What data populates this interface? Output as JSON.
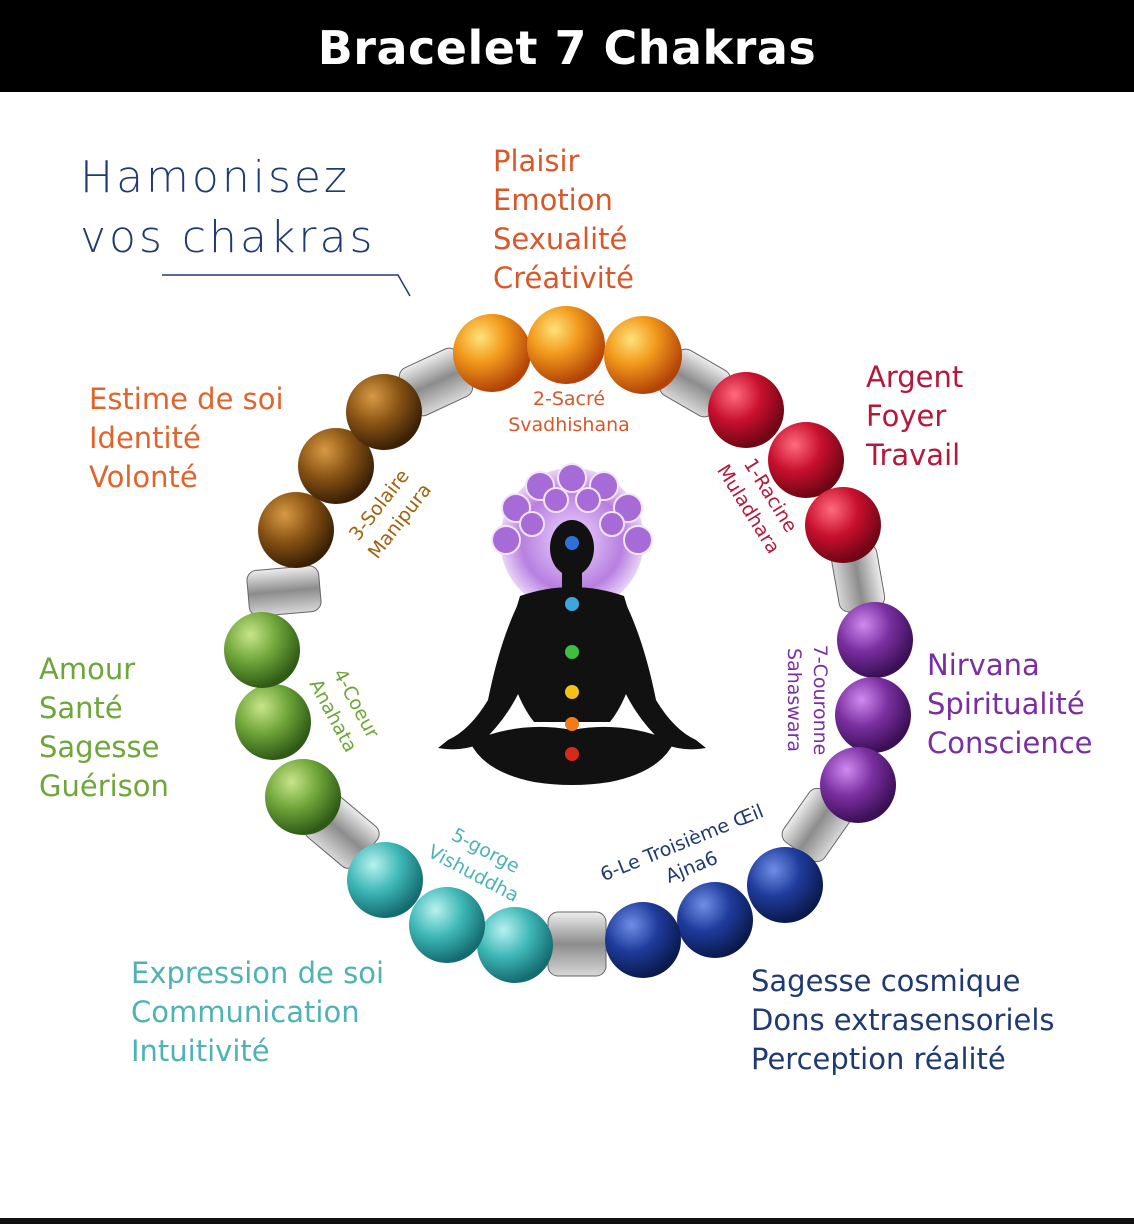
{
  "header": {
    "title": "Bracelet 7 Chakras"
  },
  "headline": {
    "line1": "Hamonisez",
    "line2": "vos chakras"
  },
  "colors": {
    "racine": "#b5183a",
    "sacre": "#d8582a",
    "solaire": "#e0652d",
    "coeur": "#6fa63a",
    "gorge": "#4fb3b3",
    "troisieme_oeil": "#1f3a73",
    "couronne": "#7a2fa0",
    "solaire_ring": "#a0620c"
  },
  "blocks": {
    "sacre": [
      "Plaisir",
      "Emotion",
      "Sexualité",
      "Créativité"
    ],
    "racine": [
      "Argent",
      "Foyer",
      "Travail"
    ],
    "solaire": [
      "Estime de soi",
      "Identité",
      "Volonté"
    ],
    "couronne": [
      "Nirvana",
      "Spiritualité",
      "Conscience"
    ],
    "coeur": [
      "Amour",
      "Santé",
      "Sagesse",
      "Guérison"
    ],
    "gorge": [
      "Expression de soi",
      "Communication",
      "Intuitivité"
    ],
    "troisieme_oeil": [
      "Sagesse cosmique",
      "Dons extrasensoriels",
      "Perception réalité"
    ]
  },
  "ring_labels": {
    "sacre": [
      "2-Sacré",
      "Svadhishana"
    ],
    "racine": [
      "1-Racine",
      "Muladhara"
    ],
    "solaire": [
      "3-Solaire",
      "Manipura"
    ],
    "couronne": [
      "7-Couronne",
      "Sahaswara"
    ],
    "coeur": [
      "4-Coeur",
      "Anahata"
    ],
    "gorge": [
      "5-gorge",
      "Vishuddha"
    ],
    "troisieme_oeil": [
      "6-Le Troisième Œil",
      "Ajna6"
    ]
  },
  "icons": [
    "bead-bracelet-illustration",
    "meditating-figure-illustration",
    "crown-lotus-icon"
  ]
}
